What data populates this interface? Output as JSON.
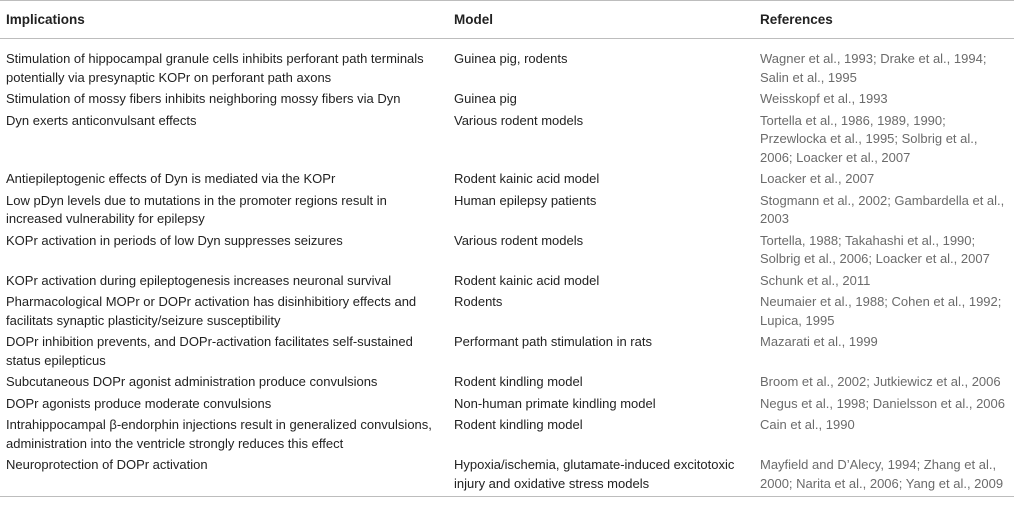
{
  "headers": {
    "implications": "Implications",
    "model": "Model",
    "references": "References"
  },
  "rows": [
    {
      "implication": "Stimulation of hippocampal granule cells inhibits perforant path terminals potentially via presynaptic KOPr on perforant path axons",
      "model": "Guinea pig, rodents",
      "references": "Wagner et al., 1993; Drake et al., 1994; Salin et al., 1995"
    },
    {
      "implication": "Stimulation of mossy fibers inhibits neighboring mossy fibers via Dyn",
      "model": "Guinea pig",
      "references": "Weisskopf et al., 1993"
    },
    {
      "implication": "Dyn exerts anticonvulsant effects",
      "model": "Various rodent models",
      "references": "Tortella et al., 1986, 1989, 1990; Przewlocka et al., 1995; Solbrig et al., 2006; Loacker et al., 2007"
    },
    {
      "implication": "Antiepileptogenic effects of Dyn is mediated via the KOPr",
      "model": "Rodent kainic acid model",
      "references": "Loacker et al., 2007"
    },
    {
      "implication": "Low pDyn levels due to mutations in the promoter regions result in increased vulnerability for epilepsy",
      "model": "Human epilepsy patients",
      "references": "Stogmann et al., 2002; Gambardella et al., 2003"
    },
    {
      "implication": "KOPr activation in periods of low Dyn suppresses seizures",
      "model": "Various rodent models",
      "references": "Tortella, 1988; Takahashi et al., 1990; Solbrig et al., 2006; Loacker et al., 2007"
    },
    {
      "implication": "KOPr activation during epileptogenesis increases neuronal survival",
      "model": "Rodent kainic acid model",
      "references": "Schunk et al., 2011"
    },
    {
      "implication": "Pharmacological MOPr or DOPr activation has disinhibitiory effects and facilitats synaptic plasticity/seizure susceptibility",
      "model": "Rodents",
      "references": "Neumaier et al., 1988; Cohen et al., 1992; Lupica, 1995"
    },
    {
      "implication": "DOPr inhibition prevents, and DOPr-activation facilitates self-sustained status epilepticus",
      "model": "Performant path stimulation in rats",
      "references": "Mazarati et al., 1999"
    },
    {
      "implication": "Subcutaneous DOPr agonist administration produce convulsions",
      "model": "Rodent kindling model",
      "references": "Broom et al., 2002; Jutkiewicz et al., 2006"
    },
    {
      "implication": "DOPr agonists produce moderate convulsions",
      "model": "Non-human primate kindling model",
      "references": "Negus et al., 1998; Danielsson et al., 2006"
    },
    {
      "implication": "Intrahippocampal β-endorphin injections result in generalized convulsions, administration into the ventricle strongly reduces this effect",
      "model": "Rodent kindling model",
      "references": "Cain et al., 1990"
    },
    {
      "implication": "Neuroprotection of DOPr activation",
      "model": "Hypoxia/ischemia, glutamate-induced excitotoxic injury and oxidative stress models",
      "references": "Mayfield and D’Alecy, 1994; Zhang et al., 2000; Narita et al., 2006; Yang et al., 2009"
    }
  ]
}
